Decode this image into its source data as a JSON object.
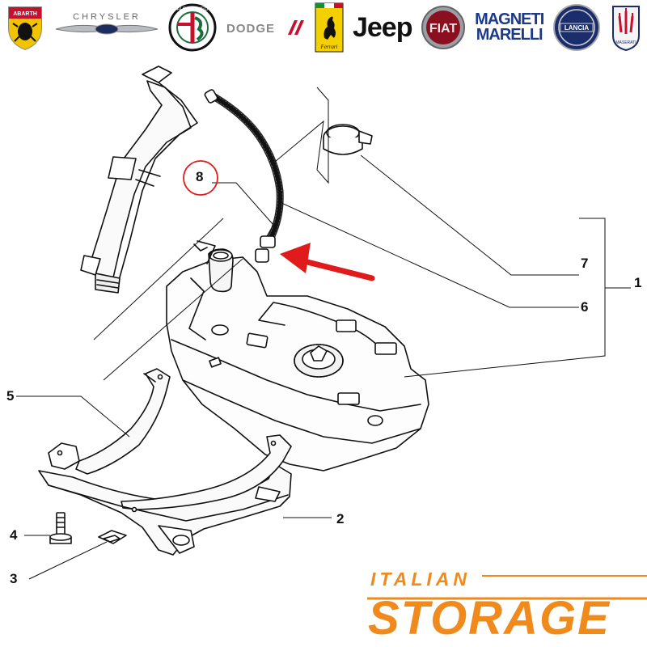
{
  "brands": {
    "abarth": "ABARTH",
    "chrysler": "CHRYSLER",
    "alfa_romeo": "ALFA ROMEO",
    "dodge": "DODGE",
    "ferrari": "Ferrari",
    "jeep": "Jeep",
    "fiat": "FIAT",
    "magneti_line1": "MAGNETI",
    "magneti_line2": "MARELLI",
    "lancia": "LANCIA",
    "maserati": "MASERATI"
  },
  "callouts": {
    "c1": "1",
    "c2": "2",
    "c3": "3",
    "c4": "4",
    "c5": "5",
    "c6": "6",
    "c7": "7",
    "c8": "8"
  },
  "highlight": {
    "circle_color": "#e01b1b",
    "arrow_color": "#e01b1b"
  },
  "logo": {
    "small": "ITALIAN",
    "big": "STORAGE",
    "color": "#f08a1c"
  }
}
